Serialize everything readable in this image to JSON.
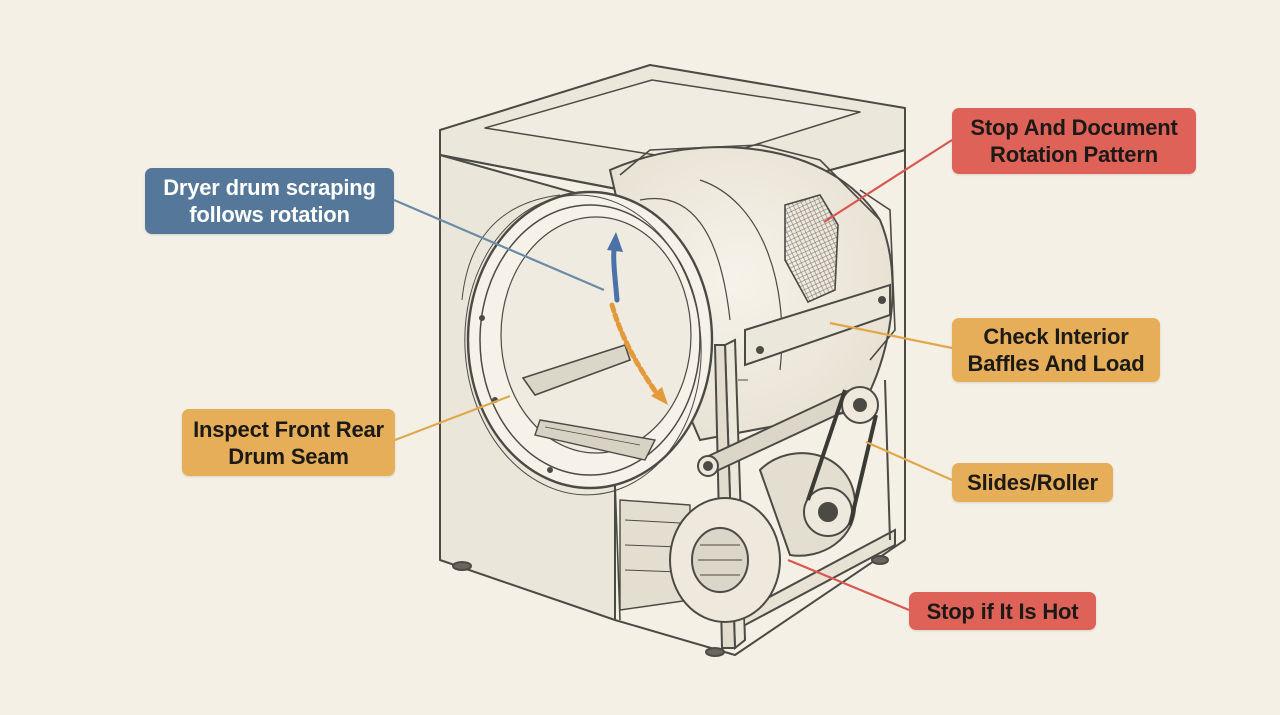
{
  "colors": {
    "background": "#f4f0e6",
    "blue_callout": "#55789a",
    "yellow_callout": "#e6ae58",
    "red_callout": "#df6259",
    "blue_leader": "#6b8aa8",
    "yellow_leader": "#e0a84a",
    "red_leader": "#d9574f",
    "sketch_line": "#4c4a45",
    "rotation_arrow_blue": "#4a72a8",
    "rotation_arrow_orange": "#e39a3a"
  },
  "callouts": {
    "drum_scraping": {
      "lines": [
        "Dryer drum scraping",
        "follows rotation"
      ],
      "color": "blue"
    },
    "stop_document": {
      "lines": [
        "Stop And Document",
        "Rotation Pattern"
      ],
      "color": "red"
    },
    "check_baffles": {
      "lines": [
        "Check Interior",
        "Baffles And Load"
      ],
      "color": "yellow"
    },
    "inspect_seam": {
      "lines": [
        "Inspect Front Rear",
        "Drum Seam"
      ],
      "color": "yellow"
    },
    "slides_roller": {
      "lines": [
        "Slides/Roller"
      ],
      "color": "yellow"
    },
    "stop_hot": {
      "lines": [
        "Stop if It Is Hot"
      ],
      "color": "red"
    }
  }
}
